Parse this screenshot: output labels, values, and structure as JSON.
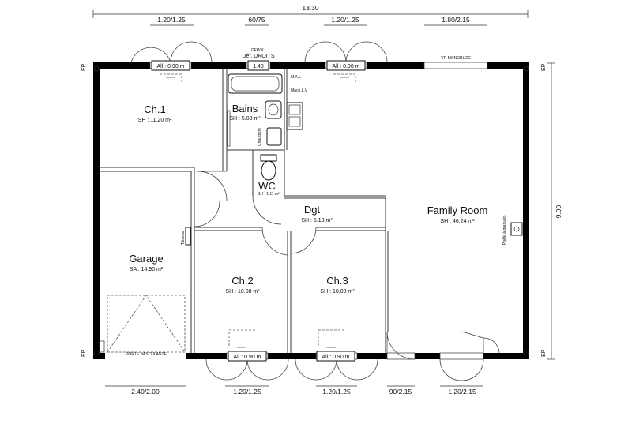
{
  "dimensions": {
    "total_width": "13.30",
    "total_depth": "9.00",
    "top": [
      "1.20/1.25",
      "60/75",
      "1.20/1.25",
      "1.80/2.15"
    ],
    "bottom": [
      "2.40/2.00",
      "1.20/1.25",
      "1.20/1.25",
      "90/2.15",
      "1.20/2.15"
    ],
    "bains_window": "1.40"
  },
  "rooms": {
    "ch1": {
      "name": "Ch.1",
      "area": "SH : 11.20 m²"
    },
    "bains": {
      "name": "Bains",
      "area": "SH : 5.08 m²"
    },
    "wc": {
      "name": "WC",
      "area": "SH : 1.11 m²"
    },
    "dgt": {
      "name": "Dgt",
      "area": "SH : 5.13 m²"
    },
    "family": {
      "name": "Family Room",
      "area": "SH : 46.24 m²"
    },
    "garage": {
      "name": "Garage",
      "area": "SA : 14.90 m²"
    },
    "ch2": {
      "name": "Ch.2",
      "area": "SH : 10.08 m²"
    },
    "ch3": {
      "name": "Ch.3",
      "area": "SH : 10.08 m²"
    }
  },
  "labels": {
    "depoli": "DEPOLI",
    "def_droits": "Déf. DROITS",
    "window_all": "All : 0.90 m",
    "vr_monobloc": "VR MONOBLOC",
    "mal": "M.A.L",
    "mach_lv": "Mach.L.V",
    "chaudiere": "Chaudière",
    "tableau": "Tableau",
    "porte_basculante": "PORTE BASCULANTE",
    "ep": "EP",
    "poele": "Poêle à granulés"
  }
}
